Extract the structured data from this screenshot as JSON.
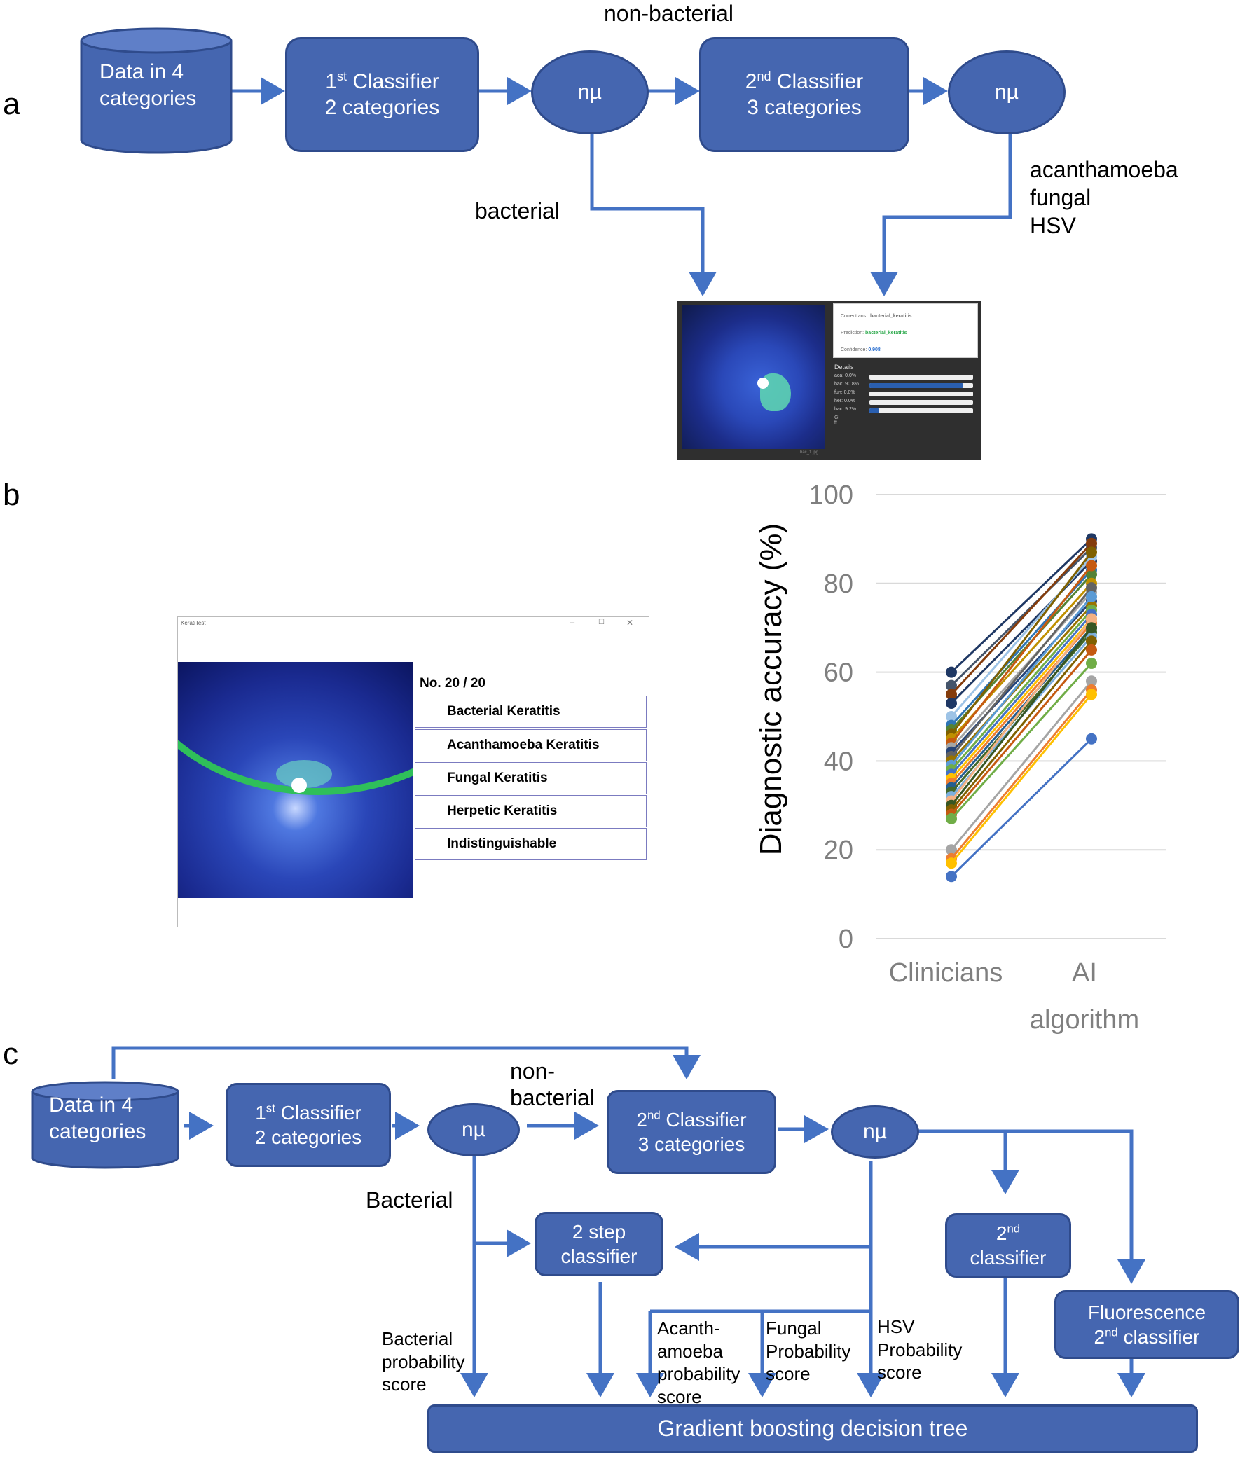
{
  "panels": {
    "a": "a",
    "b": "b",
    "c": "c"
  },
  "colors": {
    "box_fill": "#4566B0",
    "arrow": "#4472C4",
    "box_border": "#2F4B8C"
  },
  "panel_a": {
    "data_line1": "Data in 4",
    "data_line2": "categories",
    "c1_sup_pre": "1",
    "c1_sup": "st",
    "c1_rest": " Classifier",
    "c1_line2": "2 categories",
    "nmu1": "nµ",
    "c2_sup_pre": "2",
    "c2_sup": "nd",
    "c2_rest": " Classifier",
    "c2_line2": "3 categories",
    "nmu2": "nµ",
    "non_bacterial": "non-bacterial",
    "bacterial": "bacterial",
    "out1": "acanthamoeba",
    "out2": "fungal",
    "out3": "HSV",
    "screenshot": {
      "correct_label": "Correct ans.:",
      "correct_value": "bacterial_keratitis",
      "prediction_label": "Prediction:",
      "prediction_value": "bacterial_keratitis",
      "confidence_label": "Confidence:",
      "confidence_value": "0.908",
      "details_title": "Details",
      "rows": [
        {
          "key": "aca: 0.0%",
          "frac": 0.0
        },
        {
          "key": "bac: 90.8%",
          "frac": 0.908
        },
        {
          "key": "fun: 0.0%",
          "frac": 0.0
        },
        {
          "key": "her: 0.0%",
          "frac": 0.0
        },
        {
          "key": "bac: 9.2%",
          "frac": 0.092
        }
      ],
      "extra1": "Gl",
      "extra2": "ff",
      "filename": "bac_1.jpg"
    }
  },
  "panel_b": {
    "app_title": "KeratiTest",
    "question": "No. 20 / 20",
    "options": [
      "Bacterial Keratitis",
      "Acanthamoeba Keratitis",
      "Fungal Keratitis",
      "Herpetic Keratitis",
      "Indistinguishable"
    ]
  },
  "chart_data": {
    "type": "line",
    "ylabel": "Diagnostic accuracy (%)",
    "categories": [
      "Clinicians",
      "AI algorithm"
    ],
    "category_labels_lines": [
      [
        "Clinicians"
      ],
      [
        "AI",
        "algorithm"
      ]
    ],
    "ylim": [
      0,
      100
    ],
    "yticks": [
      "0",
      "20",
      "40",
      "60",
      "80",
      "100"
    ],
    "grid": true,
    "series": [
      {
        "values": [
          60,
          90
        ],
        "color": "#1f3864"
      },
      {
        "values": [
          57,
          88
        ],
        "color": "#44546a"
      },
      {
        "values": [
          55,
          89
        ],
        "color": "#843c0c"
      },
      {
        "values": [
          53,
          85
        ],
        "color": "#1f3864"
      },
      {
        "values": [
          50,
          86
        ],
        "color": "#9dc3e6"
      },
      {
        "values": [
          48,
          83
        ],
        "color": "#2e75b6"
      },
      {
        "values": [
          47,
          82
        ],
        "color": "#548235"
      },
      {
        "values": [
          46,
          87
        ],
        "color": "#7f6000"
      },
      {
        "values": [
          45,
          80
        ],
        "color": "#bf9000"
      },
      {
        "values": [
          44,
          84
        ],
        "color": "#c55a11"
      },
      {
        "values": [
          43,
          78
        ],
        "color": "#a5a5a5"
      },
      {
        "values": [
          42,
          76
        ],
        "color": "#264478"
      },
      {
        "values": [
          41,
          79
        ],
        "color": "#636363"
      },
      {
        "values": [
          40,
          75
        ],
        "color": "#997300"
      },
      {
        "values": [
          39,
          77
        ],
        "color": "#5b9bd5"
      },
      {
        "values": [
          38,
          74
        ],
        "color": "#70ad47"
      },
      {
        "values": [
          37,
          73
        ],
        "color": "#4472c4"
      },
      {
        "values": [
          36,
          72
        ],
        "color": "#ffc000"
      },
      {
        "values": [
          35,
          71
        ],
        "color": "#ed7d31"
      },
      {
        "values": [
          34,
          70
        ],
        "color": "#255e91"
      },
      {
        "values": [
          33,
          69
        ],
        "color": "#43682b"
      },
      {
        "values": [
          32,
          68
        ],
        "color": "#7cafdd"
      },
      {
        "values": [
          31,
          72
        ],
        "color": "#f4b183"
      },
      {
        "values": [
          30,
          70
        ],
        "color": "#375623"
      },
      {
        "values": [
          29,
          67
        ],
        "color": "#806000"
      },
      {
        "values": [
          28,
          65
        ],
        "color": "#c55a11"
      },
      {
        "values": [
          27,
          62
        ],
        "color": "#70ad47"
      },
      {
        "values": [
          20,
          58
        ],
        "color": "#a5a5a5"
      },
      {
        "values": [
          18,
          56
        ],
        "color": "#ed7d31"
      },
      {
        "values": [
          17,
          55
        ],
        "color": "#ffc000"
      },
      {
        "values": [
          14,
          45
        ],
        "color": "#4472c4"
      }
    ]
  },
  "panel_c": {
    "data_line1": "Data in 4",
    "data_line2": "categories",
    "c1_sup_pre": "1",
    "c1_sup": "st",
    "c1_rest": " Classifier",
    "c1_line2": "2 categories",
    "nmu1": "nµ",
    "non_bacterial_1": "non-",
    "non_bacterial_2": "bacterial",
    "c2_sup_pre": "2",
    "c2_sup": "nd",
    "c2_rest": " Classifier",
    "c2_line2": "3 categories",
    "nmu2": "nµ",
    "bacterial": "Bacterial",
    "two_step_1": "2 step",
    "two_step_2": "classifier",
    "second_pre": "2",
    "second_sup": "nd",
    "second_line2": "classifier",
    "fluor_line1": "Fluorescence",
    "fluor_pre": "2",
    "fluor_sup": "nd",
    "fluor_rest": " classifier",
    "bac_score": [
      "Bacterial",
      "probability",
      "score"
    ],
    "aca_score": [
      "Acanth-",
      "amoeba",
      "probability",
      "score"
    ],
    "fun_score": [
      "Fungal",
      "Probability",
      "score"
    ],
    "hsv_score": [
      "HSV",
      "Probability",
      "score"
    ],
    "gbdt": "Gradient boosting decision tree"
  }
}
